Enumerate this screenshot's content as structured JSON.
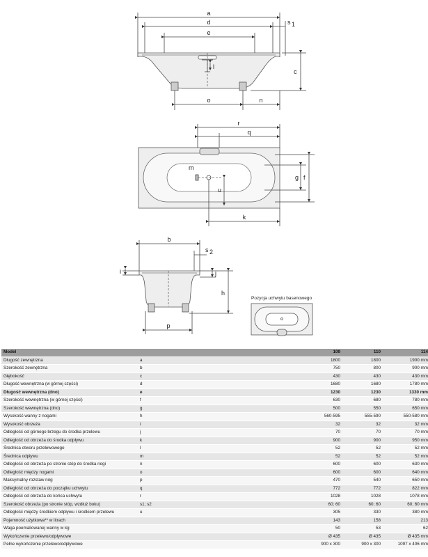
{
  "drawing": {
    "top_labels": {
      "a": "a",
      "d": "d",
      "e": "e",
      "s1_main": "s",
      "s1_sub": "1",
      "c": "c",
      "l": "l",
      "o": "o",
      "n": "n"
    },
    "plan_labels": {
      "r": "r",
      "q": "q",
      "m": "m",
      "g": "g",
      "f": "f",
      "u": "u",
      "k": "k"
    },
    "side_labels": {
      "b": "b",
      "s2_main": "s",
      "s2_sub": "2",
      "i": "i",
      "j": "j",
      "h": "h",
      "p": "p"
    },
    "inset_caption": "Pozycja uchwytu basenowego"
  },
  "table": {
    "header": {
      "label": "Model",
      "code": "",
      "v1": "109",
      "v2": "110",
      "v3": "114"
    },
    "rows": [
      {
        "label": "Długość zewnętrzna",
        "code": "a",
        "v1": "1800",
        "v2": "1800",
        "v3": "1900 mm"
      },
      {
        "label": "Szerokość zewnętrzna",
        "code": "b",
        "v1": "750",
        "v2": "800",
        "v3": "900 mm"
      },
      {
        "label": "Głębokość",
        "code": "c",
        "v1": "430",
        "v2": "430",
        "v3": "430 mm"
      },
      {
        "label": "Długość wewnętrzna (w górnej części)",
        "code": "d",
        "v1": "1680",
        "v2": "1680",
        "v3": "1780 mm"
      },
      {
        "label": "Długość wewnętrzna (dno)",
        "code": "e",
        "v1": "1230",
        "v2": "1230",
        "v3": "1330 mm"
      },
      {
        "label": "Szerokość wewnętrzna (w górnej części)",
        "code": "f",
        "v1": "630",
        "v2": "680",
        "v3": "780 mm"
      },
      {
        "label": "Szerokość wewnętrzna (dno)",
        "code": "g",
        "v1": "500",
        "v2": "550",
        "v3": "650 mm"
      },
      {
        "label": "Wysokość wanny z nogami",
        "code": "h",
        "v1": "560-595",
        "v2": "555-590",
        "v3": "550-580 mm"
      },
      {
        "label": "Wysokość obrzeża",
        "code": "i",
        "v1": "32",
        "v2": "32",
        "v3": "32 mm"
      },
      {
        "label": "Odległość od górnego brzegu do środka przelewu",
        "code": "j",
        "v1": "70",
        "v2": "70",
        "v3": "70 mm"
      },
      {
        "label": "Odległość od obrzeża do środka odpływu",
        "code": "k",
        "v1": "900",
        "v2": "900",
        "v3": "950 mm"
      },
      {
        "label": "Średnica otworu przelewowego",
        "code": "l",
        "v1": "52",
        "v2": "52",
        "v3": "52 mm"
      },
      {
        "label": "Średnica odpływu",
        "code": "m",
        "v1": "52",
        "v2": "52",
        "v3": "52 mm"
      },
      {
        "label": "Odległość od obrzeża po stronie stóp do środka nogi",
        "code": "n",
        "v1": "600",
        "v2": "600",
        "v3": "630 mm"
      },
      {
        "label": "Odległość między nogami",
        "code": "o",
        "v1": "600",
        "v2": "600",
        "v3": "640 mm"
      },
      {
        "label": "Maksymalny rozstaw nóg",
        "code": "p",
        "v1": "470",
        "v2": "540",
        "v3": "650 mm"
      },
      {
        "label": "Odległość od obrzeża do początku uchwytu",
        "code": "q",
        "v1": "772",
        "v2": "772",
        "v3": "822 mm"
      },
      {
        "label": "Odległość od obrzeża do końca uchwytu",
        "code": "r",
        "v1": "1028",
        "v2": "1028",
        "v3": "1078 mm"
      },
      {
        "label": "Szerokość obrzeża (po stronie stóp, wzdłuż boku)",
        "code": "s1; s2",
        "v1": "60; 60",
        "v2": "60; 60",
        "v3": "60; 60 mm"
      },
      {
        "label": "Odległość między środkiem odpływu i środkiem przelewu",
        "code": "u",
        "v1": "305",
        "v2": "330",
        "v3": "380 mm"
      },
      {
        "label": "Pojemność użytkowa** w litrach",
        "code": "",
        "v1": "143",
        "v2": "158",
        "v3": "213"
      },
      {
        "label": "Waga poemaliowanej wanny w kg",
        "code": "",
        "v1": "50",
        "v2": "53",
        "v3": "62"
      },
      {
        "label": "Wykończenie przelewo/odpływowe",
        "code": "",
        "v1": "Ø 435",
        "v2": "Ø 435",
        "v3": "Ø 435 mm"
      },
      {
        "label": "Pełne wykończenie przelewo/odpływowe",
        "code": "",
        "v1": "900 x 300",
        "v2": "900 x 300",
        "v3": "1097 x 406 mm"
      }
    ]
  }
}
